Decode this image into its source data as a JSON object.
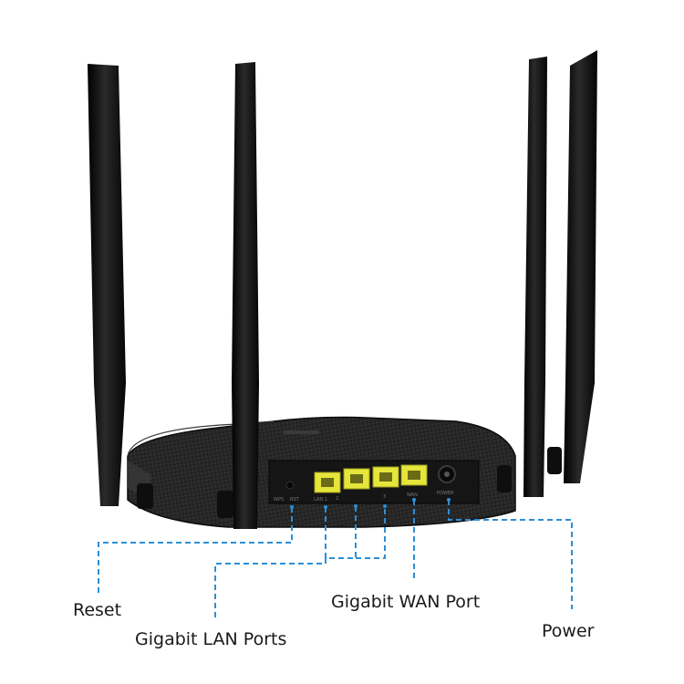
{
  "product_photo": {
    "subject": "router-rear-view",
    "port_label_text": [
      "WPS",
      "RST",
      "LAN 1",
      "2",
      "3",
      "WAN",
      "POWER"
    ]
  },
  "callouts": {
    "reset": "Reset",
    "lan": "Gigabit LAN Ports",
    "wan": "Gigabit WAN Port",
    "power": "Power"
  },
  "colors": {
    "router_body": "#1b1b1b",
    "antenna": "#141414",
    "port_yellow": "#e6e63a",
    "callout_line": "#2b8fd6",
    "label_text": "#1a1a1a"
  }
}
